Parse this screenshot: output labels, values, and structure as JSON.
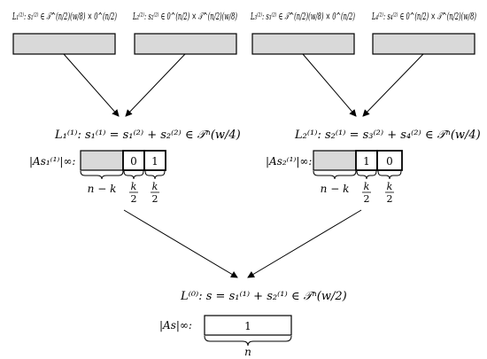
{
  "top_lists": [
    {
      "label": "L₁⁽²⁾: s₁⁽²⁾ ∈ 𝒯^(n/2)(w/8) × 0^(n/2)"
    },
    {
      "label": "L₂⁽²⁾: s₂⁽²⁾ ∈ 0^(n/2) × 𝒯^(n/2)(w/8)"
    },
    {
      "label": "L₃⁽²⁾: s₃⁽²⁾ ∈ 𝒯^(n/2)(w/8) × 0^(n/2)"
    },
    {
      "label": "L₄⁽²⁾: s₄⁽²⁾ ∈ 0^(n/2) × 𝒯^(n/2)(w/8)"
    }
  ],
  "middle_lists": [
    {
      "label": "L₁⁽¹⁾: s₁⁽¹⁾ = s₁⁽²⁾ + s₂⁽²⁾ ∈ 𝒯ⁿ(w/4)",
      "norm_label": "|As₁⁽¹⁾|∞:",
      "cells": [
        "0",
        "1"
      ],
      "brace_labels": [
        "n − k",
        "k/2",
        "k/2"
      ]
    },
    {
      "label": "L₂⁽¹⁾: s₂⁽¹⁾ = s₃⁽²⁾ + s₄⁽²⁾ ∈ 𝒯ⁿ(w/4)",
      "norm_label": "|As₂⁽¹⁾|∞:",
      "cells": [
        "1",
        "0"
      ],
      "brace_labels": [
        "n − k",
        "k/2",
        "k/2"
      ]
    }
  ],
  "bottom_list": {
    "label": "L⁽⁰⁾: s = s₁⁽¹⁾ + s₂⁽¹⁾ ∈ 𝒯ⁿ(w/2)",
    "norm_label": "|As|∞:",
    "cell": "1",
    "brace_label": "n"
  }
}
